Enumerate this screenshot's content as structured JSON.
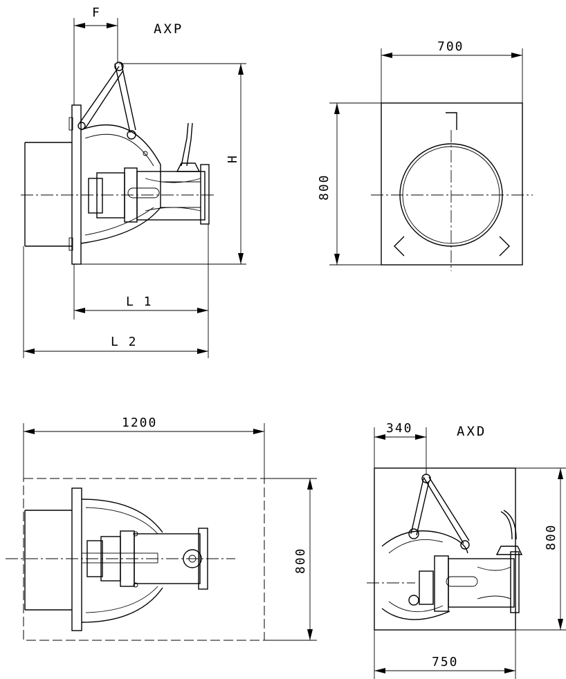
{
  "views": {
    "axp": {
      "title": "AXP",
      "dim_f": "F",
      "dim_h": "H",
      "dim_l1": "L 1",
      "dim_l2": "L 2"
    },
    "pit": {
      "dim_width": "700",
      "dim_height": "800"
    },
    "plan": {
      "dim_length": "1200",
      "dim_height": "800"
    },
    "axd": {
      "title": "AXD",
      "dim_offset": "340",
      "dim_width": "750",
      "dim_height": "800"
    }
  }
}
